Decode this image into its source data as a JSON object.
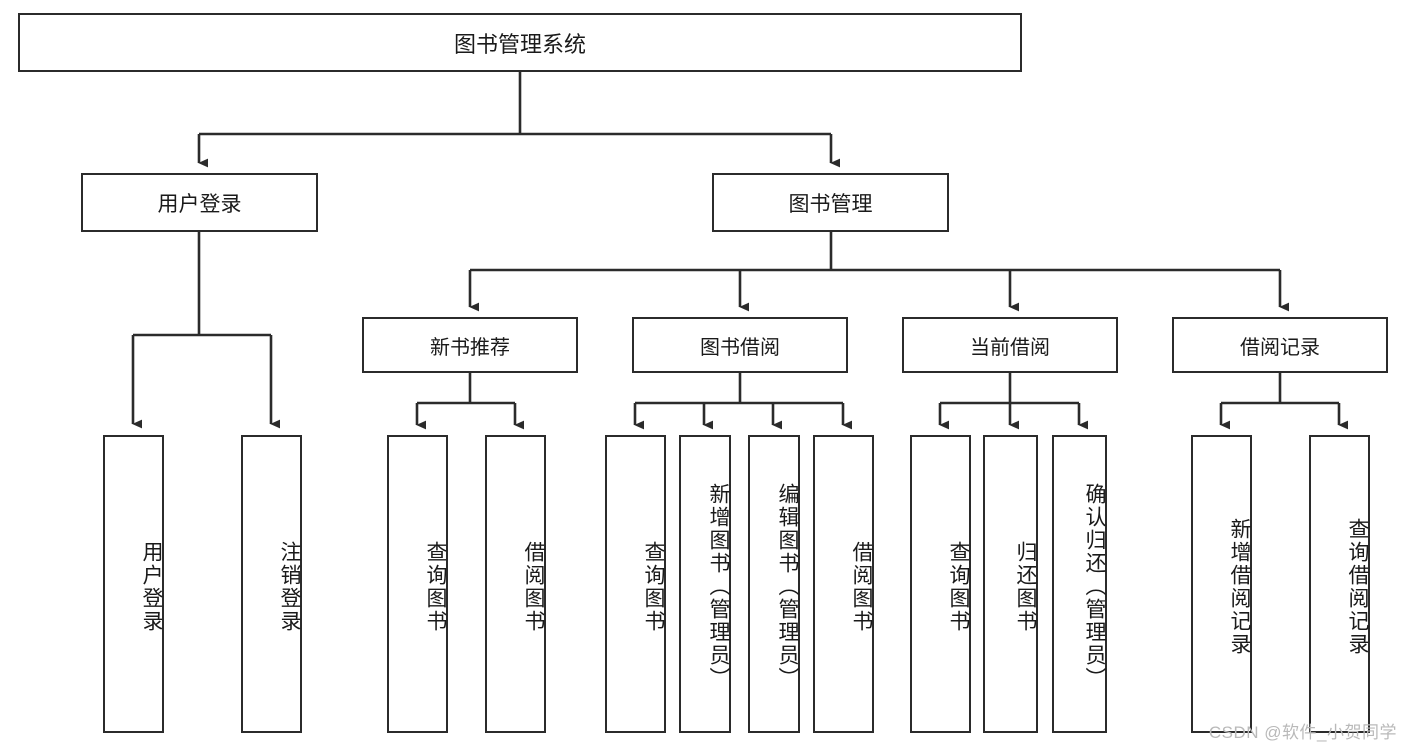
{
  "diagram": {
    "title": "图书管理系统",
    "type": "hierarchy-tree",
    "watermark": "CSDN @软件_小贺同学",
    "colors": {
      "box_border": "#2b2b2b",
      "box_fill": "#ffffff",
      "link": "#2b2b2b",
      "text": "#1a1a1a",
      "watermark": "#b9b9b9",
      "background": "#ffffff"
    },
    "nodes": {
      "root": {
        "label": "图书管理系统"
      },
      "level1": [
        {
          "id": "user-login",
          "label": "用户登录"
        },
        {
          "id": "book-management",
          "label": "图书管理"
        }
      ],
      "level2": [
        {
          "id": "new-book-recommend",
          "label": "新书推荐",
          "parent": "book-management"
        },
        {
          "id": "book-borrow",
          "label": "图书借阅",
          "parent": "book-management"
        },
        {
          "id": "current-borrow",
          "label": "当前借阅",
          "parent": "book-management"
        },
        {
          "id": "borrow-record",
          "label": "借阅记录",
          "parent": "book-management"
        }
      ],
      "leaves": [
        {
          "id": "leaf-user-login",
          "label": "用户登录",
          "parent": "user-login"
        },
        {
          "id": "leaf-logout-login",
          "label": "注销登录",
          "parent": "user-login"
        },
        {
          "id": "leaf-query-book-1",
          "label": "查询图书",
          "parent": "new-book-recommend"
        },
        {
          "id": "leaf-borrow-book-1",
          "label": "借阅图书",
          "parent": "new-book-recommend"
        },
        {
          "id": "leaf-query-book-2",
          "label": "查询图书",
          "parent": "book-borrow"
        },
        {
          "id": "leaf-add-book",
          "label": "新增图书（管理员）",
          "parent": "book-borrow"
        },
        {
          "id": "leaf-edit-book",
          "label": "编辑图书（管理员）",
          "parent": "book-borrow"
        },
        {
          "id": "leaf-borrow-book-2",
          "label": "借阅图书",
          "parent": "book-borrow"
        },
        {
          "id": "leaf-query-book-3",
          "label": "查询图书",
          "parent": "current-borrow"
        },
        {
          "id": "leaf-return-book",
          "label": "归还图书",
          "parent": "current-borrow"
        },
        {
          "id": "leaf-confirm-return",
          "label": "确认归还（管理员）",
          "parent": "current-borrow"
        },
        {
          "id": "leaf-add-record",
          "label": "新增借阅记录",
          "parent": "borrow-record"
        },
        {
          "id": "leaf-query-record",
          "label": "查询借阅记录",
          "parent": "borrow-record"
        }
      ]
    }
  }
}
